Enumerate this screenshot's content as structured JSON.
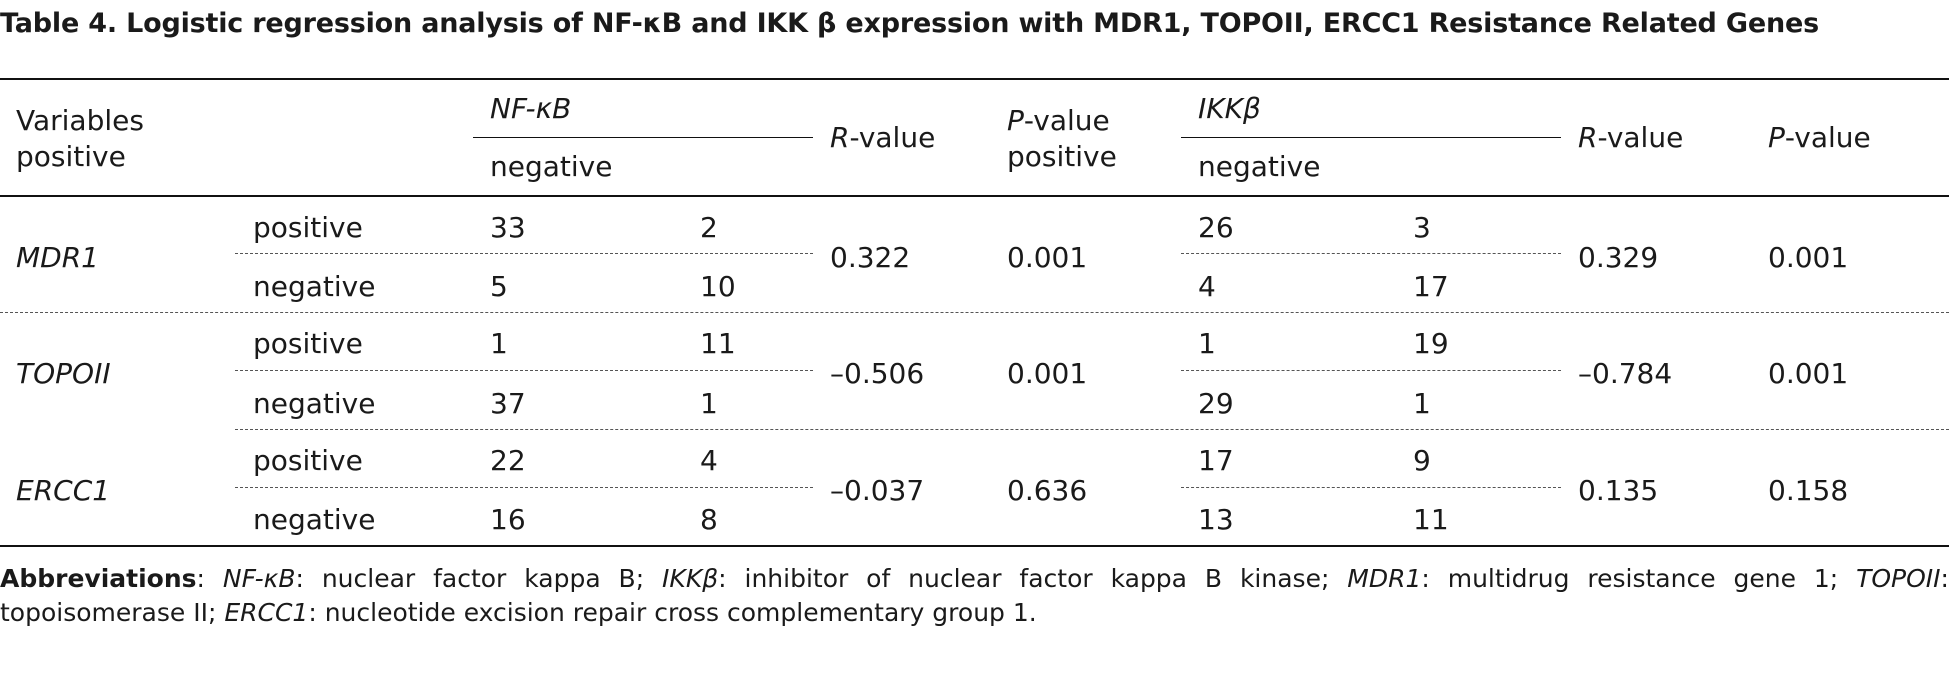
{
  "title": "Table 4. Logistic regression analysis of NF-κB and IKK β expression with MDR1, TOPOII, ERCC1 Resistance Related Genes",
  "header": {
    "variables": "Variables",
    "positive_sub1": "positive",
    "nfkb": "NF-κB",
    "negative_sub1": "negative",
    "r_value_1_italic": "R",
    "r_value_1_rest": "-value",
    "p_value_1_italic": "P",
    "p_value_1_rest": "-value",
    "positive_sub2": "positive",
    "ikkb": "IKKβ",
    "negative_sub2": "negative",
    "r_value_2_italic": "R",
    "r_value_2_rest": "-value",
    "p_value_2_italic": "P",
    "p_value_2_rest": "-value"
  },
  "rows": [
    {
      "gene": "MDR1",
      "sub": [
        {
          "label": "positive",
          "nf_a": "33",
          "nf_b": "2",
          "ik_a": "26",
          "ik_b": "3"
        },
        {
          "label": "negative",
          "nf_a": "5",
          "nf_b": "10",
          "ik_a": "4",
          "ik_b": "17"
        }
      ],
      "nf_r": "0.322",
      "nf_p": "0.001",
      "ik_r": "0.329",
      "ik_p": "0.001"
    },
    {
      "gene": "TOPOII",
      "sub": [
        {
          "label": "positive",
          "nf_a": "1",
          "nf_b": "11",
          "ik_a": "1",
          "ik_b": "19"
        },
        {
          "label": "negative",
          "nf_a": "37",
          "nf_b": "1",
          "ik_a": "29",
          "ik_b": "1"
        }
      ],
      "nf_r": "–0.506",
      "nf_p": "0.001",
      "ik_r": "–0.784",
      "ik_p": "0.001"
    },
    {
      "gene": "ERCC1",
      "sub": [
        {
          "label": "positive",
          "nf_a": "22",
          "nf_b": "4",
          "ik_a": "17",
          "ik_b": "9"
        },
        {
          "label": "negative",
          "nf_a": "16",
          "nf_b": "8",
          "ik_a": "13",
          "ik_b": "11"
        }
      ],
      "nf_r": "–0.037",
      "nf_p": "0.636",
      "ik_r": "0.135",
      "ik_p": "0.158"
    }
  ],
  "abbreviations": {
    "label": "Abbreviations",
    "items": [
      {
        "term": "NF-κB",
        "def": "nuclear factor kappa B"
      },
      {
        "term": "IKKβ",
        "def": "inhibitor of nuclear factor kappa B kinase"
      },
      {
        "term": "MDR1",
        "def": "multidrug resistance gene 1"
      },
      {
        "term": "TOPOII",
        "def": "topoisomerase II"
      },
      {
        "term": "ERCC1",
        "def": "nucleotide excision repair cross complementary group 1"
      }
    ]
  }
}
